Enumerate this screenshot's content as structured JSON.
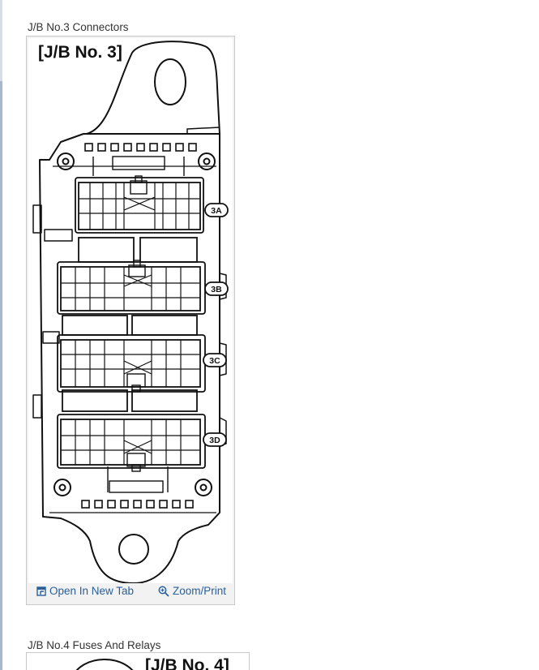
{
  "figures": [
    {
      "caption": "J/B No.3 Connectors",
      "diagram_title": "[J/B No. 3]",
      "connector_labels": [
        "3A",
        "3B",
        "3C",
        "3D"
      ],
      "actions": {
        "open_new_tab": "Open In New Tab",
        "zoom_print": "Zoom/Print"
      }
    },
    {
      "caption": "J/B No.4 Fuses And Relays",
      "diagram_title": "[J/B No. 4]"
    }
  ],
  "icons": {
    "open_new_tab": "open-new-tab-icon",
    "zoom_print": "magnifier-plus-icon"
  },
  "colors": {
    "link": "#2a6099",
    "caption_text": "#333333",
    "frame_border": "#c8c8c8",
    "frame_background": "#f2f2f2",
    "line_art": "#111111"
  }
}
